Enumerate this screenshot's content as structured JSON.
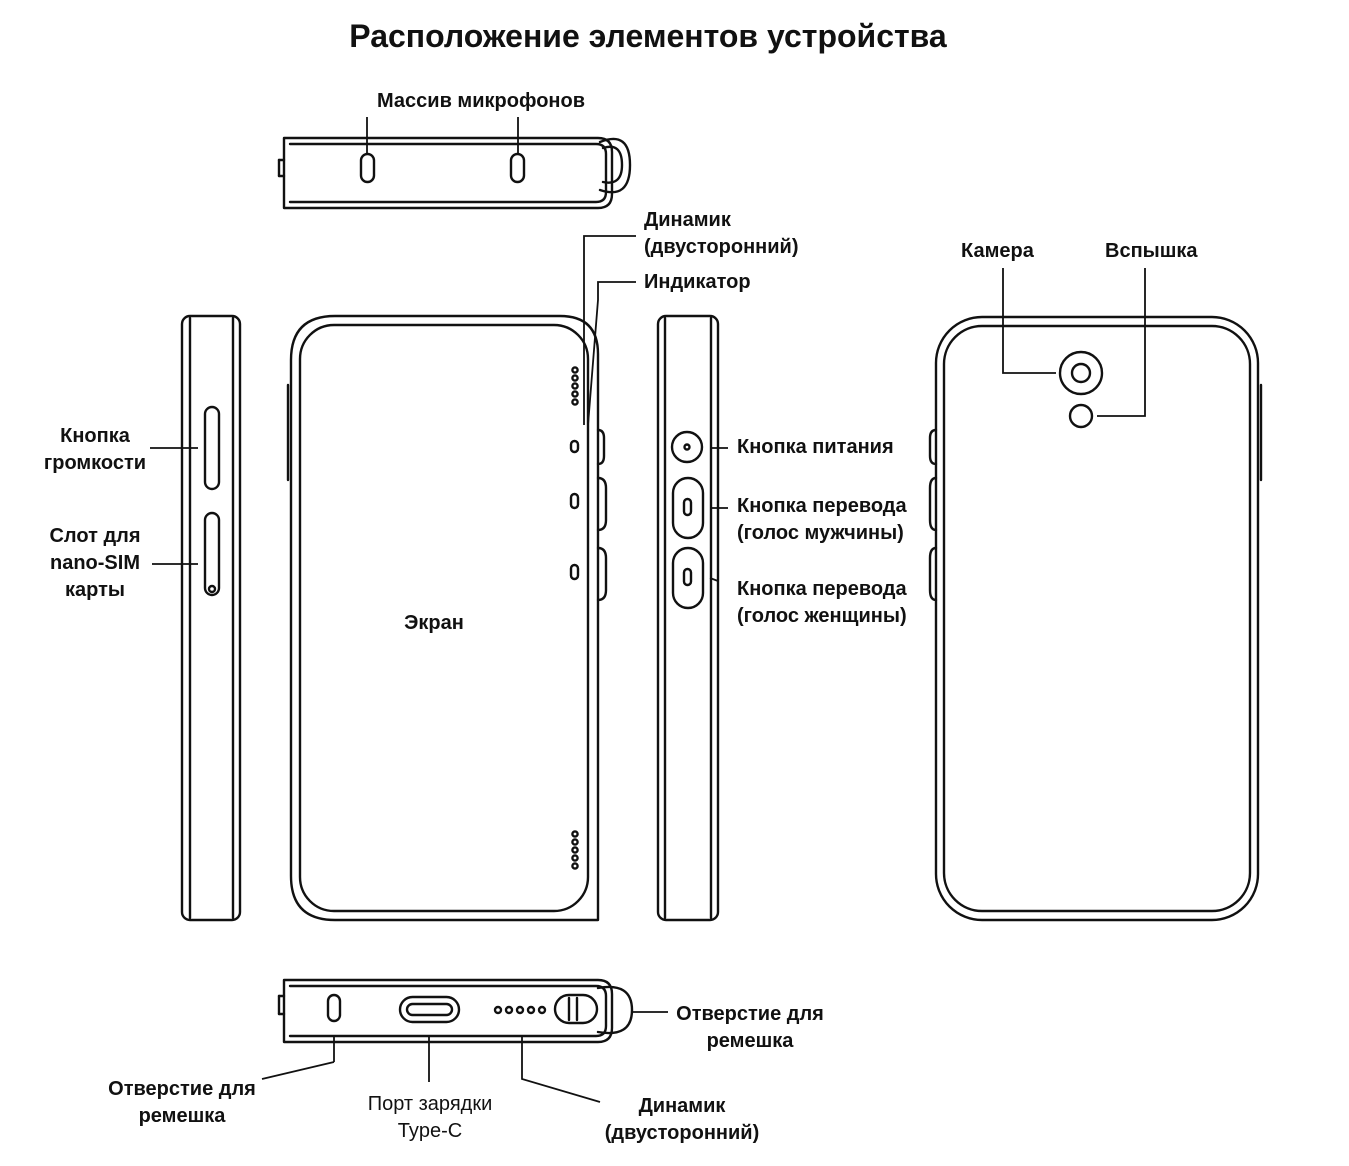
{
  "title": "Расположение элементов устройства",
  "labels": {
    "mic_array": "Массив микрофонов",
    "speaker_top": [
      "Динамик",
      "(двусторонний)"
    ],
    "indicator": "Индикатор",
    "camera": "Камера",
    "flash": "Вспышка",
    "volume_button": [
      "Кнопка",
      "громкости"
    ],
    "sim_slot": [
      "Слот для",
      "nano-SIM",
      "карты"
    ],
    "screen": "Экран",
    "power_button": "Кнопка питания",
    "translate_male": [
      "Кнопка перевода",
      "(голос мужчины)"
    ],
    "translate_female": [
      "Кнопка перевода",
      "(голос женщины)"
    ],
    "strap_hole_right": [
      "Отверстие для",
      "ремешка"
    ],
    "strap_hole_left": [
      "Отверстие для",
      "ремешка"
    ],
    "charging_port": [
      "Порт зарядки",
      "Type-C"
    ],
    "speaker_bottom": [
      "Динамик",
      "(двусторонний)"
    ]
  },
  "colors": {
    "line": "#111111",
    "background": "#ffffff"
  }
}
